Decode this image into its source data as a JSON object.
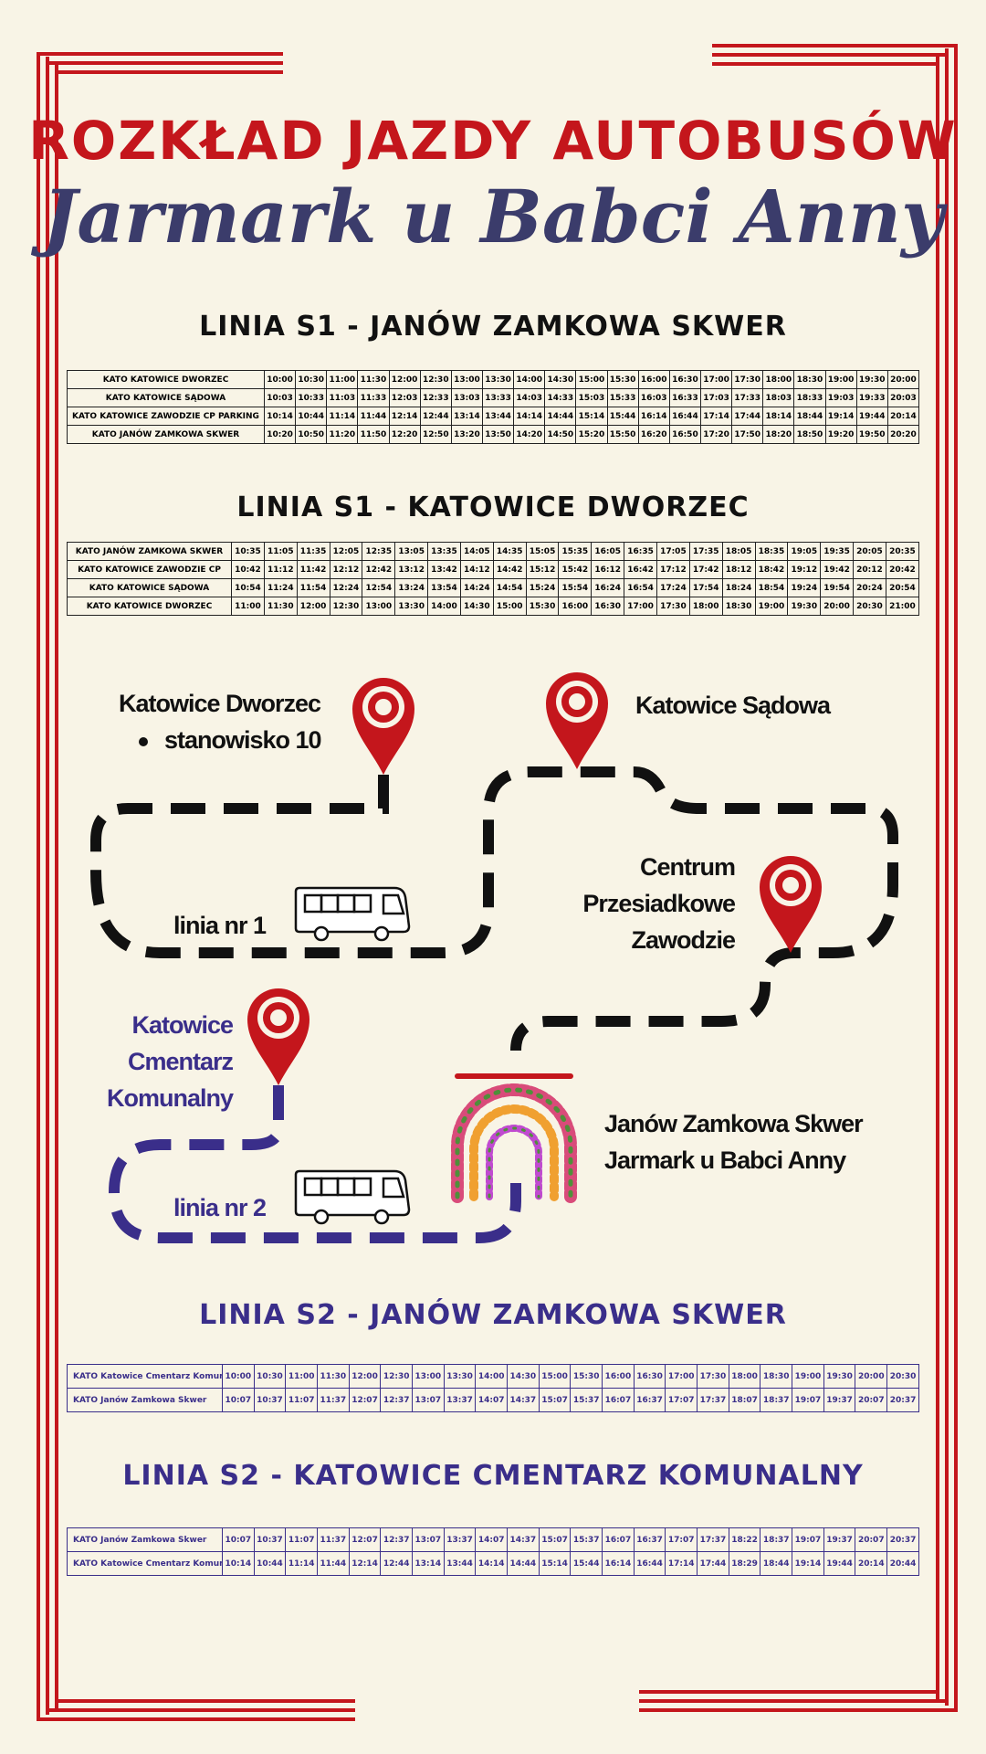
{
  "header": {
    "title": "ROZKŁAD JAZDY AUTOBUSÓW",
    "subtitle": "Jarmark u Babci Anny"
  },
  "sections": {
    "s1_to_janow": "LINIA S1 - JANÓW ZAMKOWA SKWER",
    "s1_to_katowice": "LINIA S1 - KATOWICE DWORZEC",
    "s2_to_janow": "LINIA S2 - JANÓW ZAMKOWA SKWER",
    "s2_to_cmentarz": "LINIA S2 - KATOWICE CMENTARZ KOMUNALNY"
  },
  "timetables": [
    {
      "id": "s1-janow",
      "rows": [
        {
          "stop": "KATO KATOWICE DWORZEC",
          "times": [
            "10:00",
            "10:30",
            "11:00",
            "11:30",
            "12:00",
            "12:30",
            "13:00",
            "13:30",
            "14:00",
            "14:30",
            "15:00",
            "15:30",
            "16:00",
            "16:30",
            "17:00",
            "17:30",
            "18:00",
            "18:30",
            "19:00",
            "19:30",
            "20:00"
          ]
        },
        {
          "stop": "KATO KATOWICE SĄDOWA",
          "times": [
            "10:03",
            "10:33",
            "11:03",
            "11:33",
            "12:03",
            "12:33",
            "13:03",
            "13:33",
            "14:03",
            "14:33",
            "15:03",
            "15:33",
            "16:03",
            "16:33",
            "17:03",
            "17:33",
            "18:03",
            "18:33",
            "19:03",
            "19:33",
            "20:03"
          ]
        },
        {
          "stop": "KATO KATOWICE ZAWODZIE CP PARKING",
          "times": [
            "10:14",
            "10:44",
            "11:14",
            "11:44",
            "12:14",
            "12:44",
            "13:14",
            "13:44",
            "14:14",
            "14:44",
            "15:14",
            "15:44",
            "16:14",
            "16:44",
            "17:14",
            "17:44",
            "18:14",
            "18:44",
            "19:14",
            "19:44",
            "20:14"
          ]
        },
        {
          "stop": "KATO JANÓW ZAMKOWA SKWER",
          "times": [
            "10:20",
            "10:50",
            "11:20",
            "11:50",
            "12:20",
            "12:50",
            "13:20",
            "13:50",
            "14:20",
            "14:50",
            "15:20",
            "15:50",
            "16:20",
            "16:50",
            "17:20",
            "17:50",
            "18:20",
            "18:50",
            "19:20",
            "19:50",
            "20:20"
          ]
        }
      ]
    },
    {
      "id": "s1-katowice",
      "rows": [
        {
          "stop": "KATO JANÓW ZAMKOWA SKWER",
          "times": [
            "10:35",
            "11:05",
            "11:35",
            "12:05",
            "12:35",
            "13:05",
            "13:35",
            "14:05",
            "14:35",
            "15:05",
            "15:35",
            "16:05",
            "16:35",
            "17:05",
            "17:35",
            "18:05",
            "18:35",
            "19:05",
            "19:35",
            "20:05",
            "20:35"
          ]
        },
        {
          "stop": "KATO KATOWICE ZAWODZIE CP",
          "times": [
            "10:42",
            "11:12",
            "11:42",
            "12:12",
            "12:42",
            "13:12",
            "13:42",
            "14:12",
            "14:42",
            "15:12",
            "15:42",
            "16:12",
            "16:42",
            "17:12",
            "17:42",
            "18:12",
            "18:42",
            "19:12",
            "19:42",
            "20:12",
            "20:42"
          ]
        },
        {
          "stop": "KATO KATOWICE SĄDOWA",
          "times": [
            "10:54",
            "11:24",
            "11:54",
            "12:24",
            "12:54",
            "13:24",
            "13:54",
            "14:24",
            "14:54",
            "15:24",
            "15:54",
            "16:24",
            "16:54",
            "17:24",
            "17:54",
            "18:24",
            "18:54",
            "19:24",
            "19:54",
            "20:24",
            "20:54"
          ]
        },
        {
          "stop": "KATO KATOWICE DWORZEC",
          "times": [
            "11:00",
            "11:30",
            "12:00",
            "12:30",
            "13:00",
            "13:30",
            "14:00",
            "14:30",
            "15:00",
            "15:30",
            "16:00",
            "16:30",
            "17:00",
            "17:30",
            "18:00",
            "18:30",
            "19:00",
            "19:30",
            "20:00",
            "20:30",
            "21:00"
          ]
        }
      ]
    },
    {
      "id": "s2-janow",
      "rows": [
        {
          "stop": "KATO Katowice Cmentarz Komunalny",
          "times": [
            "10:00",
            "10:30",
            "11:00",
            "11:30",
            "12:00",
            "12:30",
            "13:00",
            "13:30",
            "14:00",
            "14:30",
            "15:00",
            "15:30",
            "16:00",
            "16:30",
            "17:00",
            "17:30",
            "18:00",
            "18:30",
            "19:00",
            "19:30",
            "20:00",
            "20:30"
          ]
        },
        {
          "stop": "KATO Janów Zamkowa Skwer",
          "times": [
            "10:07",
            "10:37",
            "11:07",
            "11:37",
            "12:07",
            "12:37",
            "13:07",
            "13:37",
            "14:07",
            "14:37",
            "15:07",
            "15:37",
            "16:07",
            "16:37",
            "17:07",
            "17:37",
            "18:07",
            "18:37",
            "19:07",
            "19:37",
            "20:07",
            "20:37"
          ]
        }
      ]
    },
    {
      "id": "s2-cmentarz",
      "rows": [
        {
          "stop": "KATO Janów Zamkowa Skwer",
          "times": [
            "10:07",
            "10:37",
            "11:07",
            "11:37",
            "12:07",
            "12:37",
            "13:07",
            "13:37",
            "14:07",
            "14:37",
            "15:07",
            "15:37",
            "16:07",
            "16:37",
            "17:07",
            "17:37",
            "18:22",
            "18:37",
            "19:07",
            "19:37",
            "20:07",
            "20:37"
          ]
        },
        {
          "stop": "KATO Katowice Cmentarz Komunalny",
          "times": [
            "10:14",
            "10:44",
            "11:14",
            "11:44",
            "12:14",
            "12:44",
            "13:14",
            "13:44",
            "14:14",
            "14:44",
            "15:14",
            "15:44",
            "16:14",
            "16:44",
            "17:14",
            "17:44",
            "18:29",
            "18:44",
            "19:14",
            "19:44",
            "20:14",
            "20:44"
          ]
        }
      ]
    }
  ],
  "map": {
    "katowice_dworzec": "Katowice Dworzec",
    "stanowisko": "stanowisko 10",
    "katowice_sadowa": "Katowice Sądowa",
    "centrum_l1": "Centrum",
    "centrum_l2": "Przesiadkowe",
    "centrum_l3": "Zawodzie",
    "cmentarz_l1": "Katowice",
    "cmentarz_l2": "Cmentarz",
    "cmentarz_l3": "Komunalny",
    "janow_l1": "Janów Zamkowa Skwer",
    "janow_l2": "Jarmark u Babci Anny",
    "line1": "linia nr 1",
    "line2": "linia nr 2"
  },
  "colors": {
    "accent_red": "#c4161c",
    "line1": "#111111",
    "line2": "#3a2e8a",
    "background": "#f8f4e6"
  },
  "icons": [
    "map-pin-icon",
    "bus-icon",
    "flower-arch-icon"
  ]
}
